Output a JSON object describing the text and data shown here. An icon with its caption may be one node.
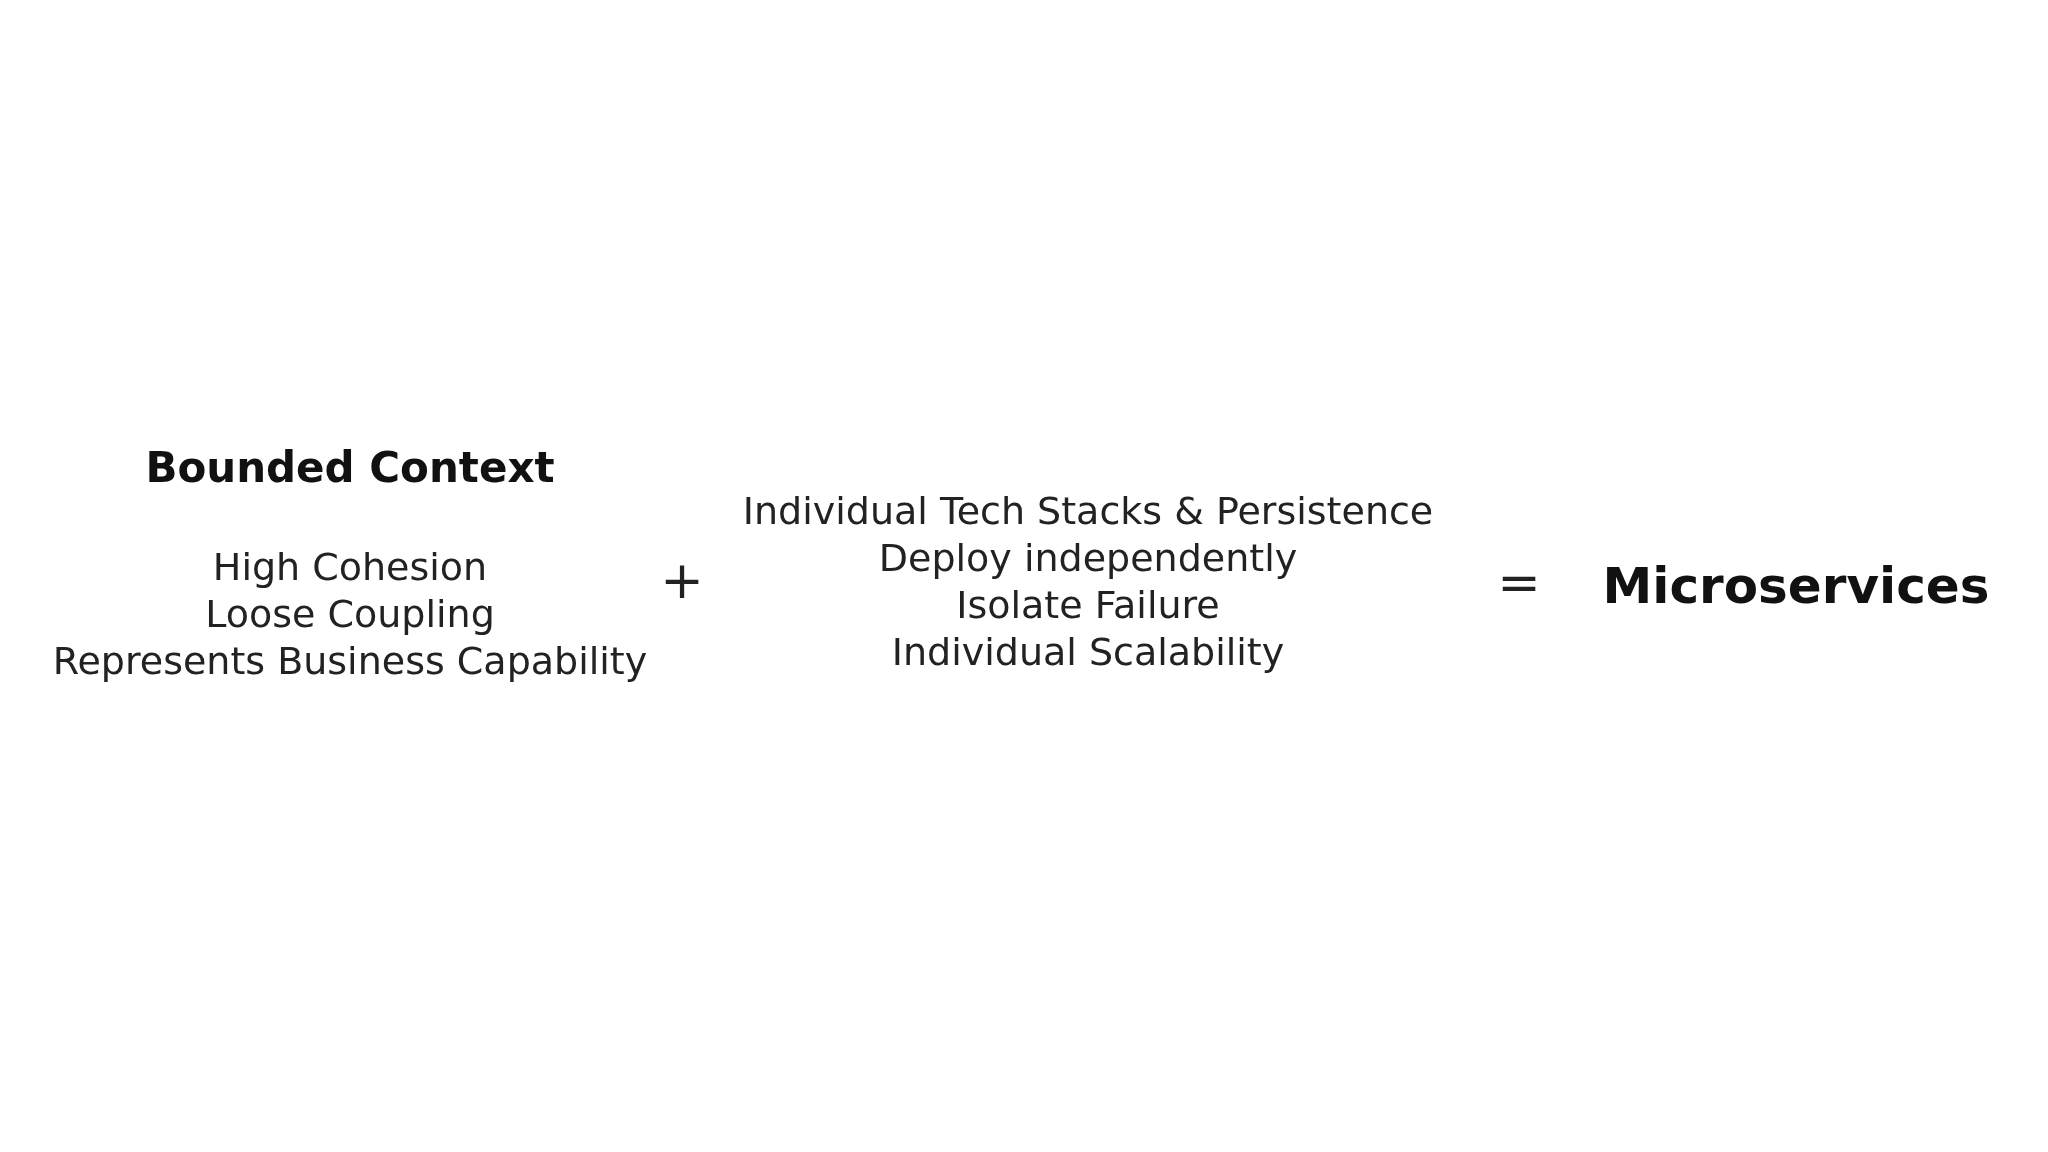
{
  "diagram": {
    "labels": [
      "Bounded Context",
      "High Cohesion",
      "Loose Coupling",
      "Represents Business Capability",
      "+",
      "Individual Tech Stacks & Persistence",
      "Deploy independently",
      "Isolate Failure",
      "Individual Scalability",
      "=",
      "Microservices"
    ]
  }
}
